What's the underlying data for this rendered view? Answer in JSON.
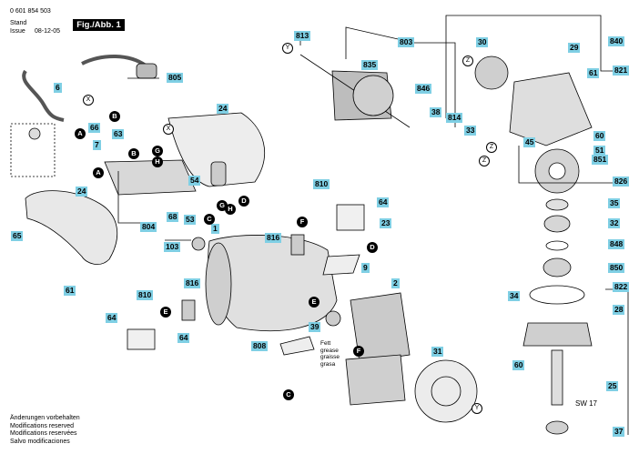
{
  "header": {
    "part_number": "0 601 854 503",
    "stand_label": "Stand",
    "stand_value": "",
    "issue_label": "Issue",
    "issue_date": "08-12-05",
    "figure": "Fig./Abb. 1"
  },
  "footer": {
    "lines": [
      "Änderungen vorbehalten",
      "Modifications reserved",
      "Modifications reservées",
      "Salvo modificaciones"
    ]
  },
  "grease_note": [
    "Fett",
    "grease",
    "graisse",
    "grasa"
  ],
  "sw_note": "SW 17",
  "part_labels": [
    "813",
    "803",
    "835",
    "846",
    "38",
    "814",
    "33",
    "30",
    "840",
    "29",
    "821",
    "61",
    "60",
    "51",
    "851",
    "805",
    "6",
    "66",
    "63",
    "7",
    "24",
    "45",
    "826",
    "35",
    "32",
    "848",
    "850",
    "34",
    "28",
    "822",
    "54",
    "68",
    "53",
    "804",
    "810",
    "64",
    "23",
    "816",
    "1",
    "103",
    "9",
    "2",
    "39",
    "31",
    "810",
    "816",
    "64",
    "808",
    "24",
    "65",
    "61",
    "64",
    "60",
    "25",
    "37"
  ],
  "connector_letters": [
    "A",
    "B",
    "B",
    "C",
    "G",
    "H",
    "D",
    "E",
    "F",
    "D",
    "C",
    "E",
    "F",
    "G",
    "H",
    "A",
    "X",
    "X",
    "Y",
    "Y",
    "Z",
    "Z",
    "Z"
  ]
}
